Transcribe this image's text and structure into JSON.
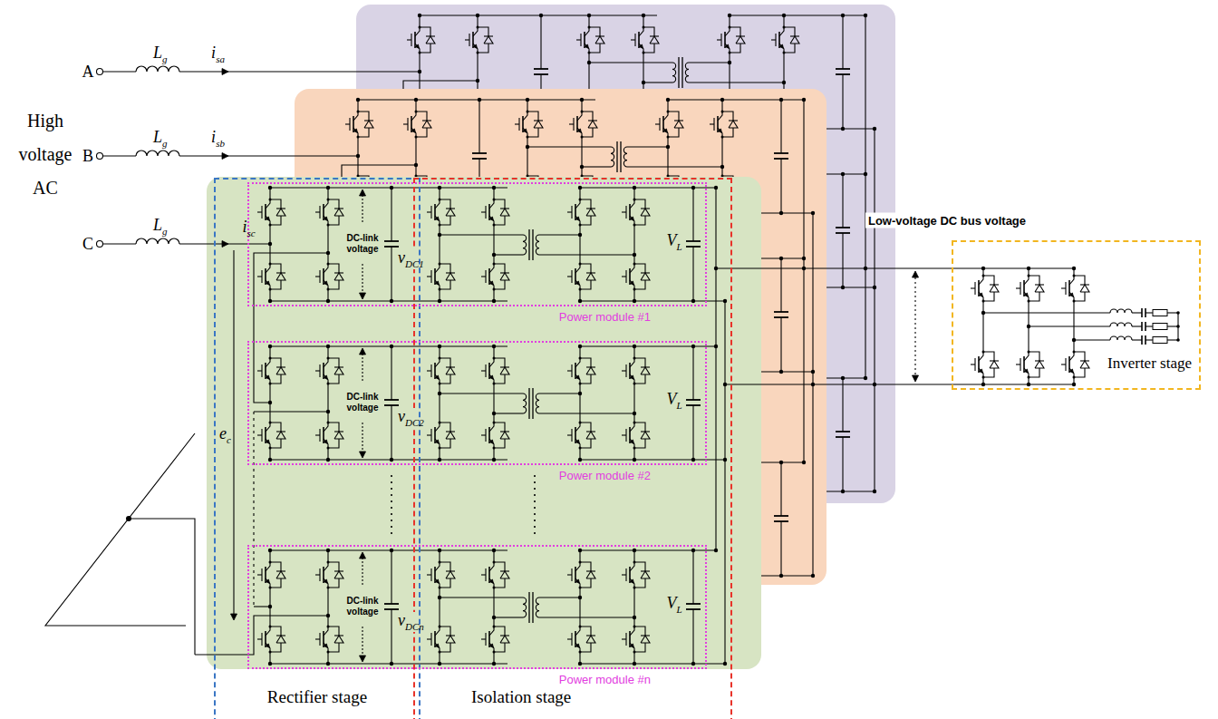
{
  "diagram": {
    "nodes": [
      {
        "text": [
          "Rectifier stage"
        ]
      },
      {
        "text": [
          "Isolation stage"
        ]
      },
      {
        "text": [
          "Power module #1"
        ]
      },
      {
        "text": [
          "Power module #2"
        ]
      },
      {
        "text": [
          "Power module #n"
        ]
      },
      {
        "text": [
          "Inverter stage"
        ]
      }
    ],
    "labels": [
      "High voltage AC",
      "A",
      "Lg",
      "isa",
      "B",
      "Lg",
      "isb",
      "C",
      "Lg",
      "isc",
      "DC-link voltage",
      "vDC1",
      "VL",
      "DC-link voltage",
      "vDC2",
      "VL",
      "DC-link voltage",
      "vDCn",
      "VL",
      "ec",
      "Low-voltage DC bus voltage"
    ]
  }
}
